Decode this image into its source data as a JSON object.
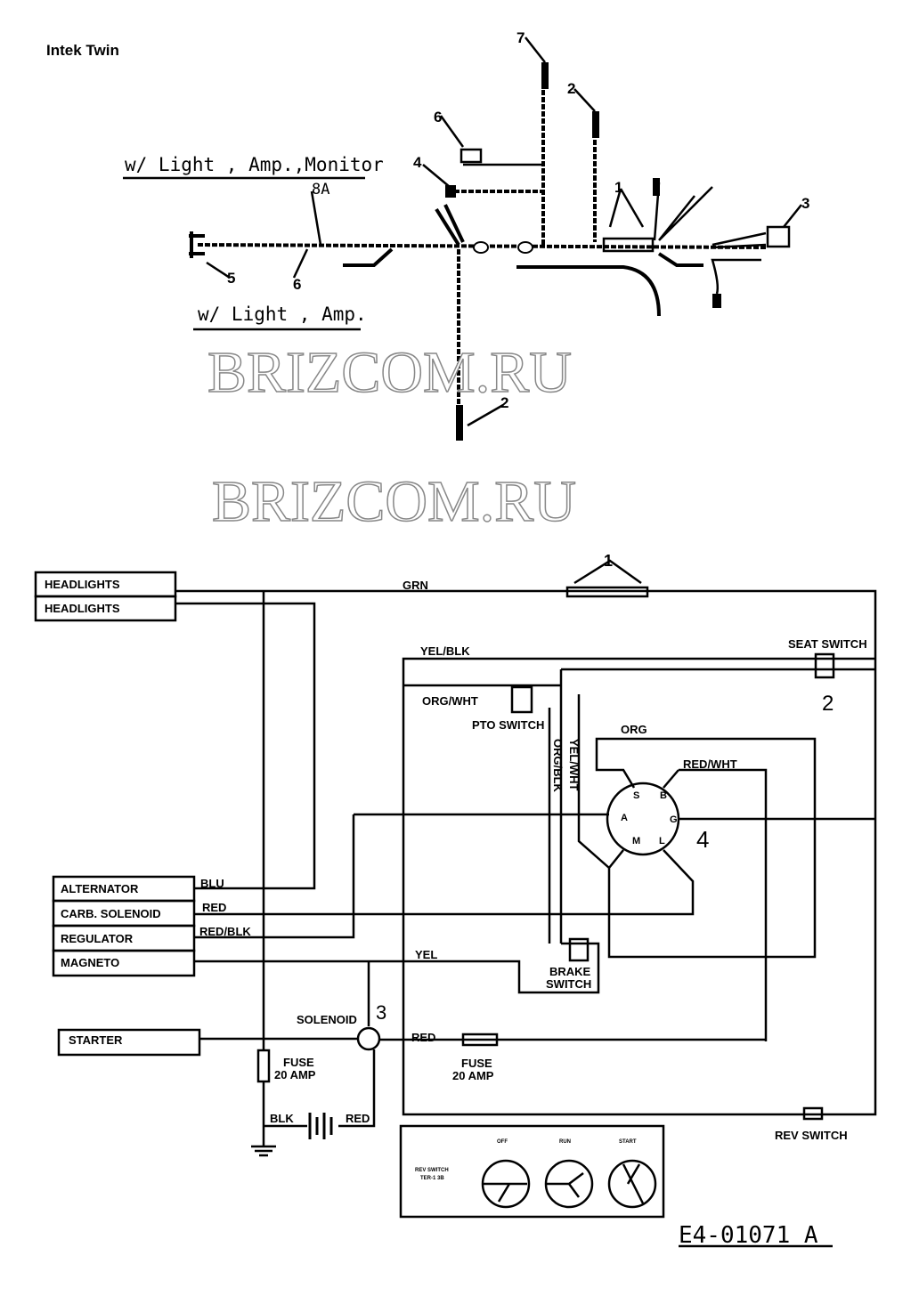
{
  "title": "Intek Twin",
  "harness": {
    "label_monitor": "w/ Light , Amp.,Monitor",
    "label_8a": "8A",
    "label_amp": "w/ Light , Amp.",
    "callouts": [
      "7",
      "2",
      "6",
      "4",
      "1",
      "3",
      "5",
      "6",
      "2"
    ]
  },
  "watermark": "BRIZCOM.RU",
  "schematic": {
    "headlights": [
      "HEADLIGHTS",
      "HEADLIGHTS"
    ],
    "grn": "GRN",
    "yel_blk": "YEL/BLK",
    "seat_switch": "SEAT SWITCH",
    "seat_num": "2",
    "org_wht": "ORG/WHT",
    "pto_switch": "PTO SWITCH",
    "org_blk": "ORG/BLK",
    "yel_wht": "YEL/WHT",
    "org": "ORG",
    "red_wht": "RED/WHT",
    "key_terminals": [
      "S",
      "B",
      "A",
      "G",
      "M",
      "L"
    ],
    "key_num": "4",
    "switch_num": "1",
    "left_boxes": [
      "ALTERNATOR",
      "CARB. SOLENOID",
      "REGULATOR",
      "MAGNETO"
    ],
    "blu": "BLU",
    "red": "RED",
    "red_blk": "RED/BLK",
    "yel": "YEL",
    "brake_switch": [
      "BRAKE",
      "SWITCH"
    ],
    "starter": "STARTER",
    "solenoid": "SOLENOID",
    "solenoid_num": "3",
    "red2": "RED",
    "fuse_right": [
      "FUSE",
      "20 AMP"
    ],
    "fuse_left": [
      "FUSE",
      "20 AMP"
    ],
    "blk": "BLK",
    "red3": "RED",
    "rev_switch": "REV SWITCH",
    "inset": {
      "label": [
        "REV SWITCH",
        "TER-1 3B"
      ],
      "positions": [
        "OFF",
        "RUN",
        "START"
      ]
    },
    "drawing_number": "E4-01071 A"
  }
}
